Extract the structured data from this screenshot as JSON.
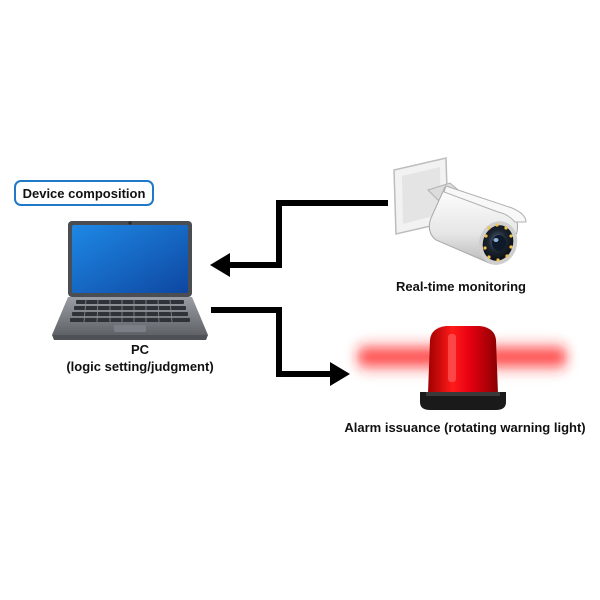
{
  "badge": {
    "label": "Device composition"
  },
  "pc": {
    "label_line1": "PC",
    "label_line2": "(logic setting/judgment)"
  },
  "camera": {
    "label": "Real-time monitoring"
  },
  "alarm": {
    "label": "Alarm issuance (rotating warning light)"
  },
  "colors": {
    "badge_border": "#1f78c8",
    "screen": "#1565c8",
    "beacon": "#e60012",
    "arrow": "#000000"
  },
  "icons": {
    "pc": "laptop-icon",
    "camera": "security-camera-icon",
    "alarm": "warning-light-icon"
  }
}
